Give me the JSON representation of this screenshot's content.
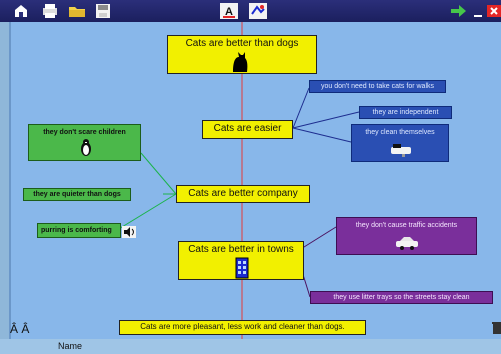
{
  "toolbar": {
    "icons": [
      "home-icon",
      "print-icon",
      "folder-icon",
      "save-icon",
      "text-size-icon",
      "image-tool-icon",
      "next-arrow-icon",
      "minimize-icon",
      "close-icon"
    ]
  },
  "nodes": {
    "root": "Cats are better than dogs",
    "easier": "Cats are easier",
    "company": "Cats are better company",
    "towns": "Cats are better in towns",
    "summary": "Cats are more pleasant, less work  and cleaner than dogs.",
    "walks": "you don't need to take cats for walks",
    "independent": "they are independent",
    "clean": "they clean themselves",
    "children": "they don't scare children",
    "quieter": "they are quieter than dogs",
    "purring": "purring is comforting",
    "traffic": "they don't cause traffic accidents",
    "litter": "they use litter trays so the streets stay clean"
  },
  "bottom": {
    "font_controls": "Â Â",
    "label": "Name"
  }
}
